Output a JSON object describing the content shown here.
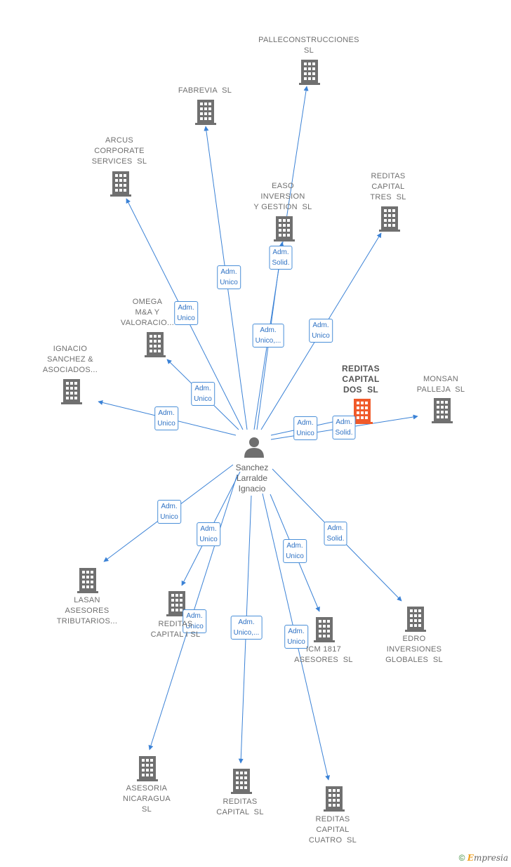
{
  "center": {
    "name": "Sanchez\nLarralde\nIgnacio"
  },
  "colors": {
    "edge": "#3b82d6",
    "building": "#707070",
    "focus_building": "#f05a2a"
  },
  "nodes": [
    {
      "id": "palleconstrucciones",
      "label": "PALLECONSTRUCCIONES\nSL"
    },
    {
      "id": "fabrevia",
      "label": "FABREVIA  SL"
    },
    {
      "id": "arcus",
      "label": "ARCUS\nCORPORATE\nSERVICES  SL"
    },
    {
      "id": "easo",
      "label": "EASO\nINVERSION\nY GESTION  SL"
    },
    {
      "id": "reditas-tres",
      "label": "REDITAS\nCAPITAL\nTRES  SL"
    },
    {
      "id": "omega",
      "label": "OMEGA\nM&A Y\nVALORACIO..."
    },
    {
      "id": "ignacio-sanchez",
      "label": "IGNACIO\nSANCHEZ &\nASOCIADOS..."
    },
    {
      "id": "reditas-dos",
      "label": "REDITAS\nCAPITAL\nDOS  SL",
      "focus": true
    },
    {
      "id": "monsan",
      "label": "MONSAN\nPALLEJA  SL"
    },
    {
      "id": "lasan",
      "label": "LASAN\nASESORES\nTRIBUTARIOS..."
    },
    {
      "id": "reditas-i",
      "label": "REDITAS\nCAPITAL I SL"
    },
    {
      "id": "icm",
      "label": "ICM 1817\nASESORES  SL"
    },
    {
      "id": "edro",
      "label": "EDRO\nINVERSIONES\nGLOBALES  SL"
    },
    {
      "id": "asesoria",
      "label": "ASESORIA\nNICARAGUA\nSL"
    },
    {
      "id": "reditas-capital",
      "label": "REDITAS\nCAPITAL  SL"
    },
    {
      "id": "reditas-cuatro",
      "label": "REDITAS\nCAPITAL\nCUATRO  SL"
    }
  ],
  "edges": [
    {
      "to": "palleconstrucciones",
      "label": "Adm.\nSolid."
    },
    {
      "to": "fabrevia",
      "label": "Adm.\nUnico"
    },
    {
      "to": "arcus",
      "label": "Adm.\nUnico"
    },
    {
      "to": "easo",
      "label": "Adm.\nUnico,..."
    },
    {
      "to": "reditas-tres",
      "label": "Adm.\nUnico"
    },
    {
      "to": "omega",
      "label": "Adm.\nUnico"
    },
    {
      "to": "ignacio-sanchez",
      "label": "Adm.\nUnico"
    },
    {
      "to": "reditas-dos",
      "label": "Adm.\nUnico"
    },
    {
      "to": "monsan",
      "label": "Adm.\nSolid."
    },
    {
      "to": "lasan",
      "label": "Adm.\nUnico"
    },
    {
      "to": "reditas-i",
      "label": "Adm.\nUnico"
    },
    {
      "to": "icm",
      "label": "Adm.\nUnico"
    },
    {
      "to": "edro",
      "label": "Adm.\nSolid."
    },
    {
      "to": "asesoria",
      "label": "Adm.\nUnico"
    },
    {
      "to": "reditas-capital",
      "label": "Adm.\nUnico,..."
    },
    {
      "to": "reditas-cuatro",
      "label": "Adm.\nUnico"
    }
  ],
  "footer": {
    "copyright": "©",
    "brand_first": "E",
    "brand_rest": "mpresia"
  }
}
